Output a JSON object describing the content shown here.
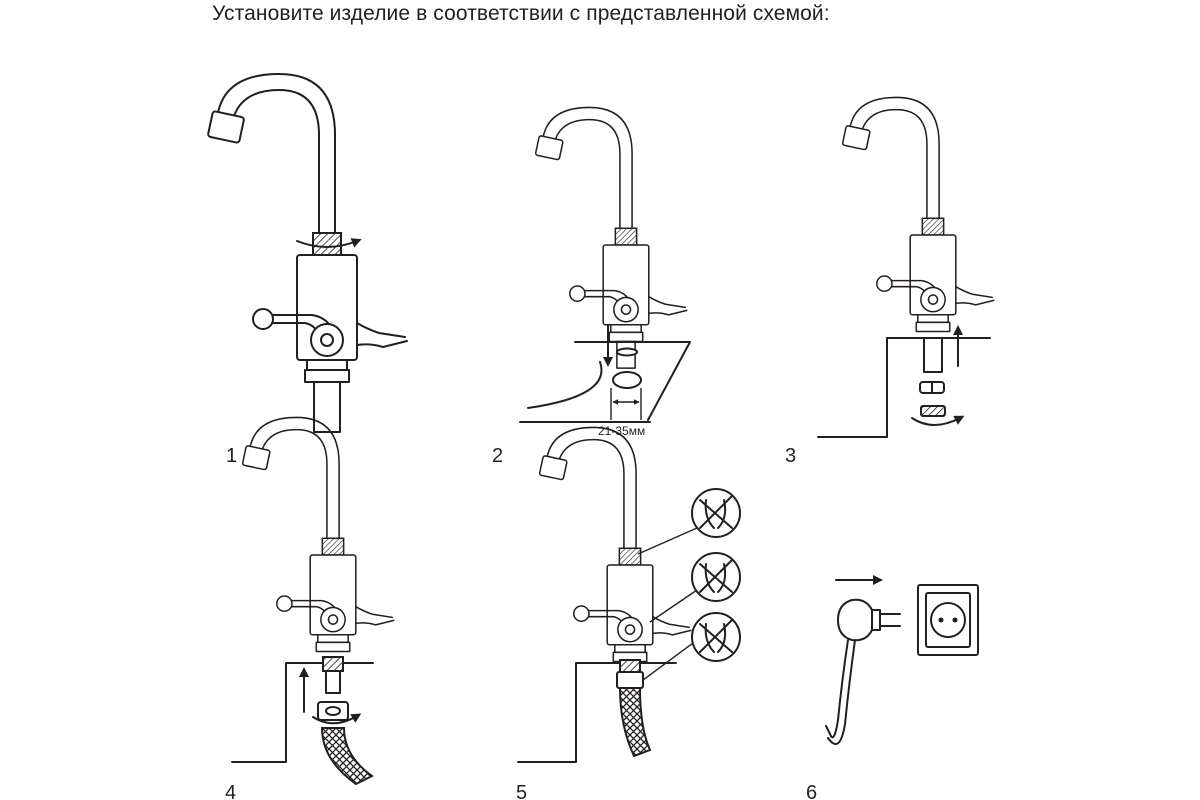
{
  "header": {
    "title": "Установите изделие в соответствии с представленной схемой:"
  },
  "steps": [
    {
      "number": "1"
    },
    {
      "number": "2",
      "dimension_label": "21-35мм"
    },
    {
      "number": "3"
    },
    {
      "number": "4"
    },
    {
      "number": "5"
    },
    {
      "number": "6"
    }
  ]
}
